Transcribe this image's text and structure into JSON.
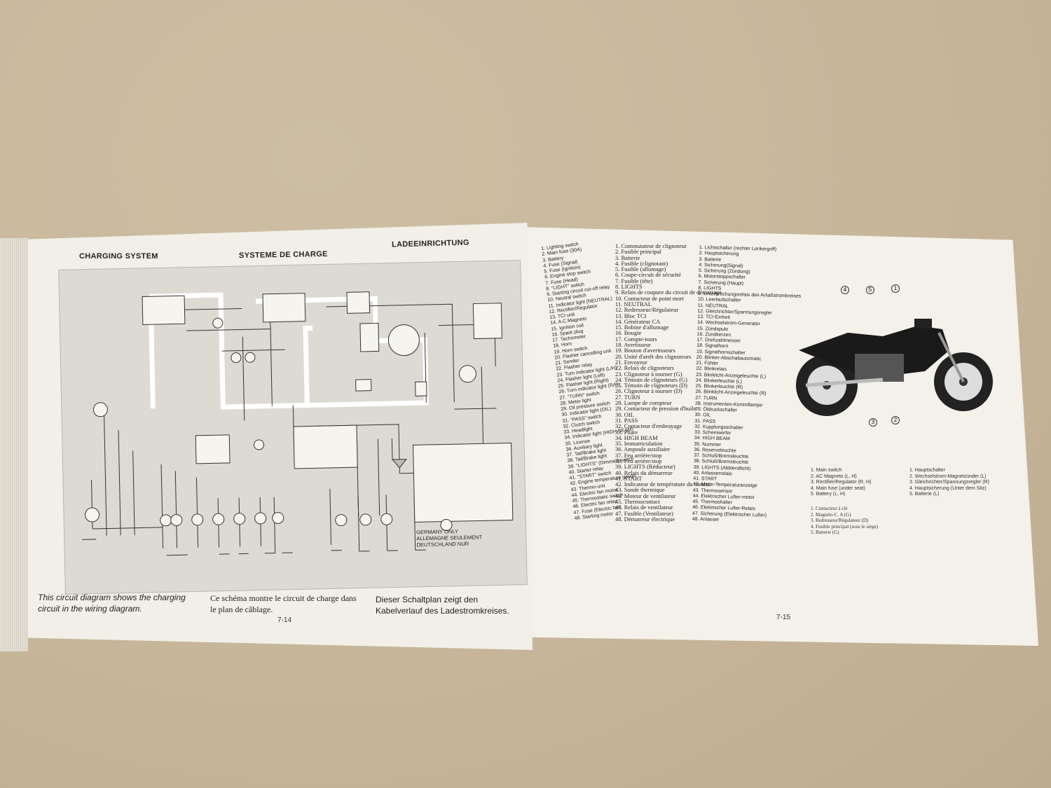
{
  "left_page": {
    "headers": [
      "CHARGING SYSTEM",
      "SYSTEME DE CHARGE",
      "LADEEINRICHTUNG"
    ],
    "diagram_note": [
      "GERMANY ONLY",
      "ALLEMAGNE SEULEMENT",
      "DEUTSCHLAND NUR"
    ],
    "captions": {
      "en": "This circuit diagram shows the charging circuit in the wiring diagram.",
      "fr": "Ce schéma montre le circuit de charge dans le plan de câblage.",
      "de": "Dieser Schaltplan zeigt den Kabelverlauf des Ladestromkreises."
    },
    "page_number": "7-14"
  },
  "right_page": {
    "page_number": "7-15",
    "legend_en": [
      "1. Lighting switch",
      "2. Main fuse (30A)",
      "3. Battery",
      "4. Fuse (Signal)",
      "5. Fuse (Ignition)",
      "6. Engine stop switch",
      "7. Fuse (Head)",
      "8. \"LIGHT\" switch",
      "9. Starting circuit cut-off relay",
      "10. Neutral switch",
      "11. Indicator light (NEUTRAL)",
      "12. Rectifier/Regulator",
      "13. TCI unit",
      "14. A.C.Magneto",
      "15. Ignition coil",
      "16. Spark plug",
      "17. Tachometer",
      "18. Horn",
      "19. Horn switch",
      "20. Flasher cancelling unit",
      "21. Sender",
      "22. Flasher relay",
      "23. Turn indicator light (L/H)",
      "24. Flasher light (Left)",
      "25. Flasher light (Right)",
      "26. Turn indicator light (R/H)",
      "27. \"TURN\" switch",
      "28. Meter light",
      "29. Oil pressure switch",
      "30. Indicator light (OIL)",
      "31. \"PASS\" switch",
      "32. Clutch switch",
      "33. Headlight",
      "34. Indicator light (HIGH BEAM)",
      "35. License",
      "36. Auxiliary light",
      "37. Tail/Brake light",
      "38. Tail/Brake light",
      "39. \"LIGHTS\" (Dimmer) switch",
      "40. Starter relay",
      "41. \"START\" switch",
      "42. Engine temperature gauge",
      "43. Thermo-unit",
      "44. Electric fan motor",
      "45. Thermostatic switch",
      "46. Electric fan relay",
      "47. Fuse (Electric fan)",
      "48. Starting motor"
    ],
    "legend_fr": [
      "1. Commutateur de clignoteur",
      "2. Fusible principal",
      "3. Batterie",
      "4. Fusible (clignotant)",
      "5. Fusible (allumage)",
      "6. Coupe-circuit de sécurité",
      "7. Fusible (tête)",
      "8. LIGHTS",
      "9. Relais de coupure du circuit de démarrage",
      "10. Contacteur de point mort",
      "11. NEUTRAL",
      "12. Redresseur/Régulateur",
      "13. Bloc TCI",
      "14. Générateur CA",
      "15. Bobine d'allumage",
      "16. Bougie",
      "17. Compte-tours",
      "18. Avertisseur",
      "19. Bouton d'avertisseurs",
      "20. Unité d'arrêt des clignoteurs",
      "21. Envoyeur",
      "22. Relais de clignoteurs",
      "23. Clignoteur à tourner (G)",
      "24. Témoin de clignoteurs (G)",
      "25. Témoin de clignoteurs (D)",
      "26. Clignoteur à tourner (D)",
      "27. TURN",
      "28. Lampe de compteur",
      "29. Contacteur de pression d'huile",
      "30. OIL",
      "31. PASS",
      "32. Contacteur d'embrayage",
      "33. Phare",
      "34. HIGH BEAM",
      "35. Immatriculation",
      "36. Ampoule auxiliaire",
      "37. Feu arrière/stop",
      "38. Feu arrière/stop",
      "39. LIGHTS (Réducteur)",
      "40. Relais du démarreur",
      "41. START",
      "42. Indicateur de température du moteur",
      "43. Sonde thermique",
      "44. Moteur de ventilateur",
      "45. Thermocontact",
      "46. Relais de ventilateur",
      "47. Fusible (Ventilateur)",
      "48. Démarreur électrique"
    ],
    "legend_de": [
      "1. Lichtschalter (rechter Lenkergriff)",
      "2. Hauptsicherung",
      "3. Batterie",
      "4. Sicherung(Signal)",
      "5. Sicherung (Zündung)",
      "6. Motorstoppschalter",
      "7. Sicherung (Haupt)",
      "8. LIGHTS",
      "9. Unterbrechungsrelais des Anlaßstromkreises",
      "10. Leerlaufschalter",
      "11. NEUTRAL",
      "12. Gleichrichter/Spannungsregler",
      "13. TCI-Einheit",
      "14. Wechselstrom-Generator",
      "15. Zündspule",
      "16. Zündkerzen",
      "17. Drehzahlmesser",
      "18. Signalhorn",
      "19. Signalhornschalter",
      "20. Blinker-Abschaltautomatic",
      "21. Fühler",
      "22. Blinkrelais",
      "23. Blinklicht-Anzeigeleuchte (L)",
      "24. Blinkerleuchte (L)",
      "25. Blinkerleuchte (R)",
      "26. Blinklicht-Anzeigeleuchte (R)",
      "27. TURN",
      "28. Instrumenten-Kontrollampe",
      "29. Öldruckschalter",
      "30. OIL",
      "31. PASS",
      "32. Kupplungsschalter",
      "33. Scheinwerfer",
      "34. HIGH BEAM",
      "35. Nummer",
      "36. Reserveleuchte",
      "37. Schluß/Bremsleuchte",
      "38. Schluß/Bremsleuchte",
      "39. LIGHTS (Abblendlicht)",
      "40. Anlasserrelais",
      "41. START",
      "42. Motor-Temperaturanzeige",
      "43. Thermosensor",
      "44. Elektrischer Lufter-motor",
      "45. Thermoshalter",
      "46. Elektrischer Lufter-Relais",
      "47. Sicherung (Elektrischer Lufter)",
      "48. Anlasser"
    ],
    "photo_callouts": [
      "4",
      "5",
      "1",
      "3",
      "2"
    ],
    "photo_list_en": [
      "1. Main switch",
      "2. AC Magneto (L, H)",
      "3. Rectifier/Regulator (R, H)",
      "4. Main fuse (under seat)",
      "5. Battery (L, H)"
    ],
    "photo_list_de": [
      "1. Hauptschalter",
      "2. Wechselstrom-Magnetzünder (L)",
      "3. Gleichrichter/Spannungsregler (R)",
      "4. Hauptsicherung (Unter dem Sitz)",
      "5. Batterie (L)"
    ],
    "photo_list_fr": [
      "1. Contacteur à clé",
      "2. Magnéto C. A (G)",
      "3. Redresseur/Régulateur (D)",
      "4. Fusible principal (sous le siège)",
      "5. Batterie (G)"
    ]
  },
  "colors": {
    "background": "#c9b99e",
    "paper": "#f1efe8",
    "diagram_bg": "#dcdad3",
    "highlight": "#ffffff"
  }
}
